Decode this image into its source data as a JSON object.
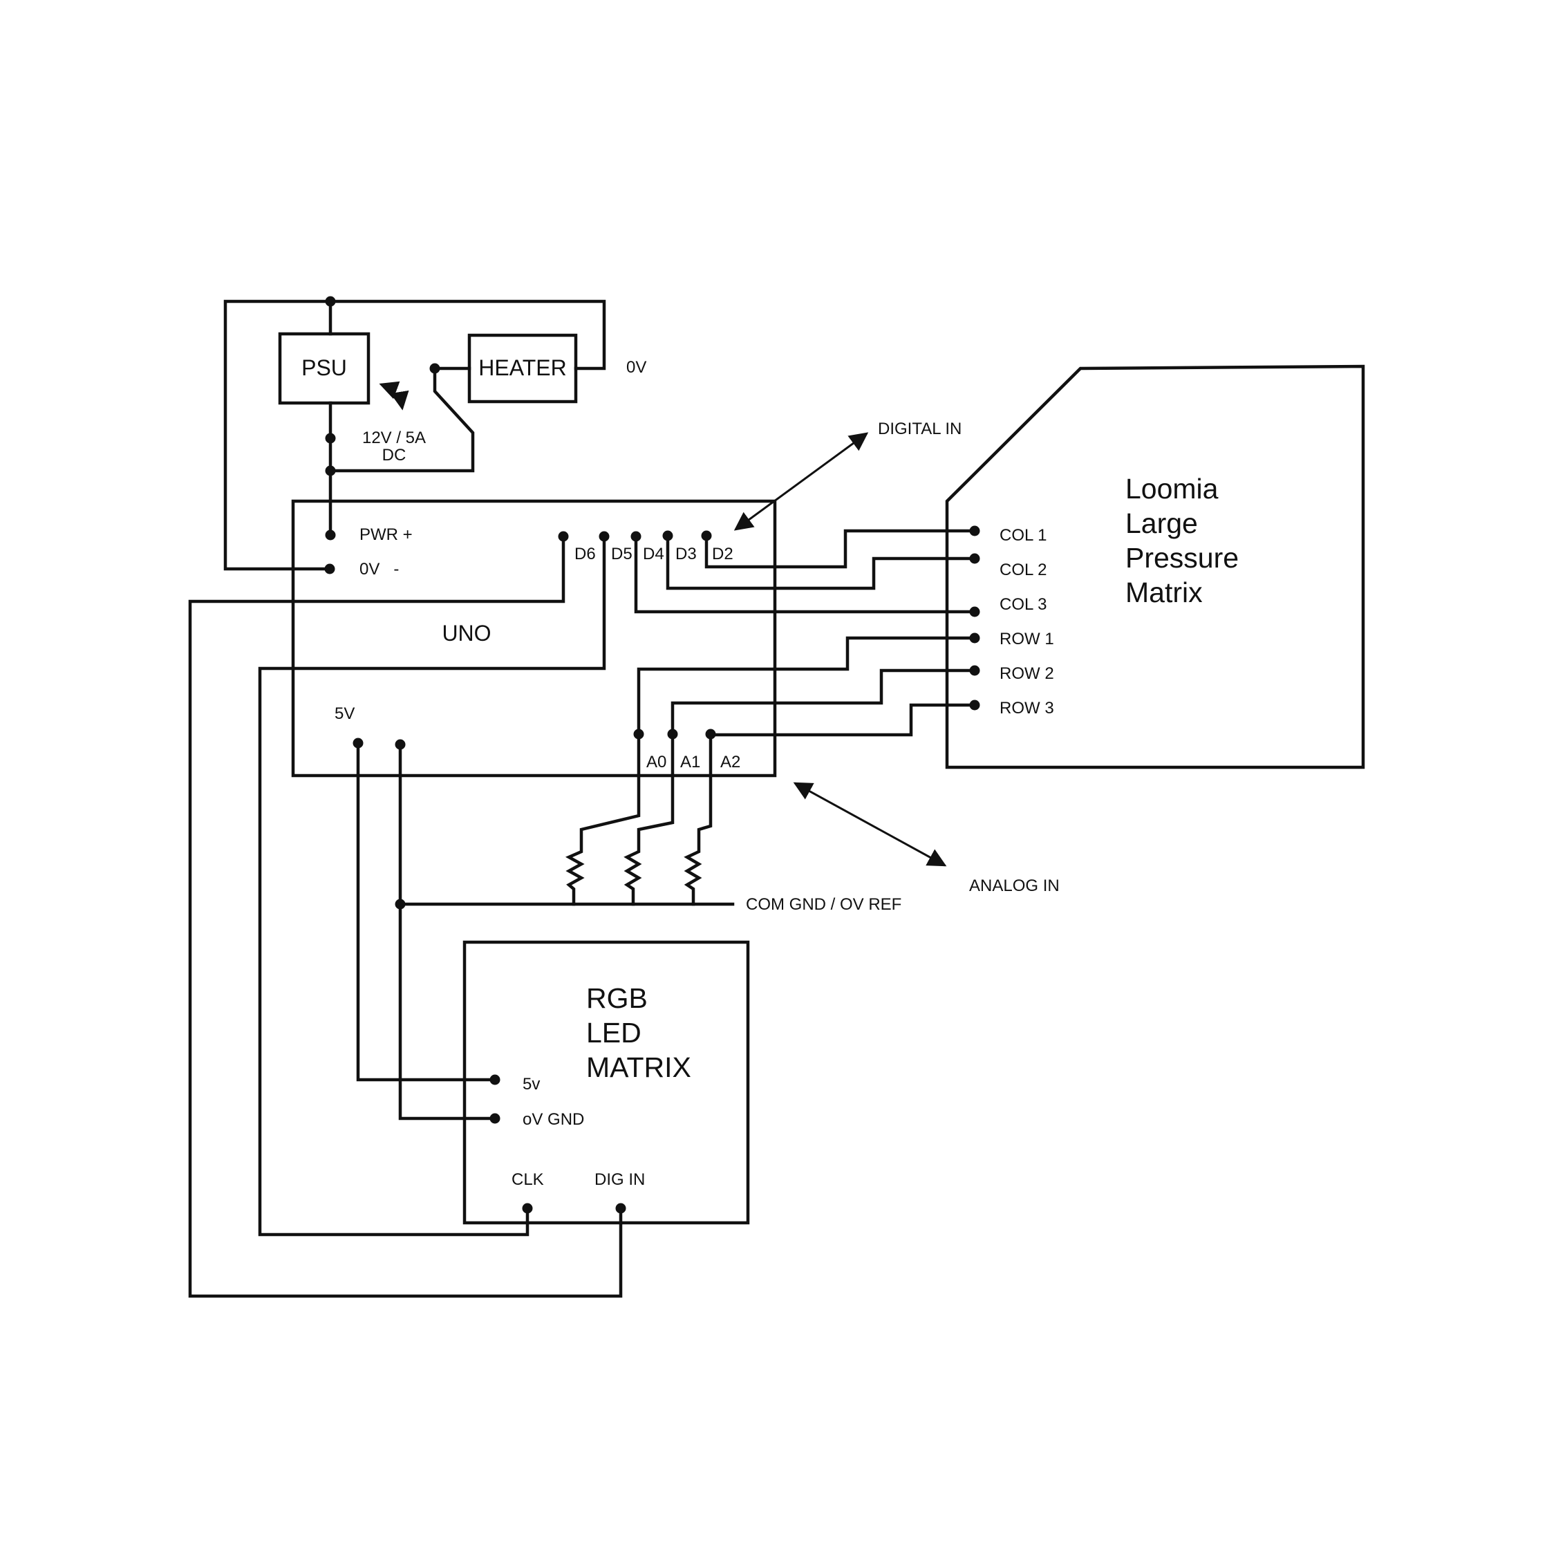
{
  "components": {
    "psu": "PSU",
    "heater": "HEATER",
    "uno": "UNO",
    "matrix": [
      "Loomia",
      "Large",
      "Pressure",
      "Matrix"
    ],
    "rgb": [
      "RGB",
      "LED",
      "MATRIX"
    ]
  },
  "labels": {
    "zero_v_top": "0V",
    "psu_rating": [
      "12V / 5A",
      "DC"
    ],
    "pwr_plus": "PWR +",
    "zero_v_minus": "0V   -",
    "five_v": "5V",
    "digital_in": "DIGITAL IN",
    "analog_in": "ANALOG IN",
    "com_gnd": "COM GND / OV REF"
  },
  "pins": {
    "digital": [
      "D6",
      "D5",
      "D4",
      "D3",
      "D2"
    ],
    "analog": [
      "A0",
      "A1",
      "A2"
    ],
    "matrix": [
      "COL 1",
      "COL 2",
      "COL 3",
      "ROW 1",
      "ROW 2",
      "ROW 3"
    ],
    "rgb_power": [
      "5v",
      "oV GND"
    ],
    "rgb_signal": [
      "CLK",
      "DIG IN"
    ]
  }
}
